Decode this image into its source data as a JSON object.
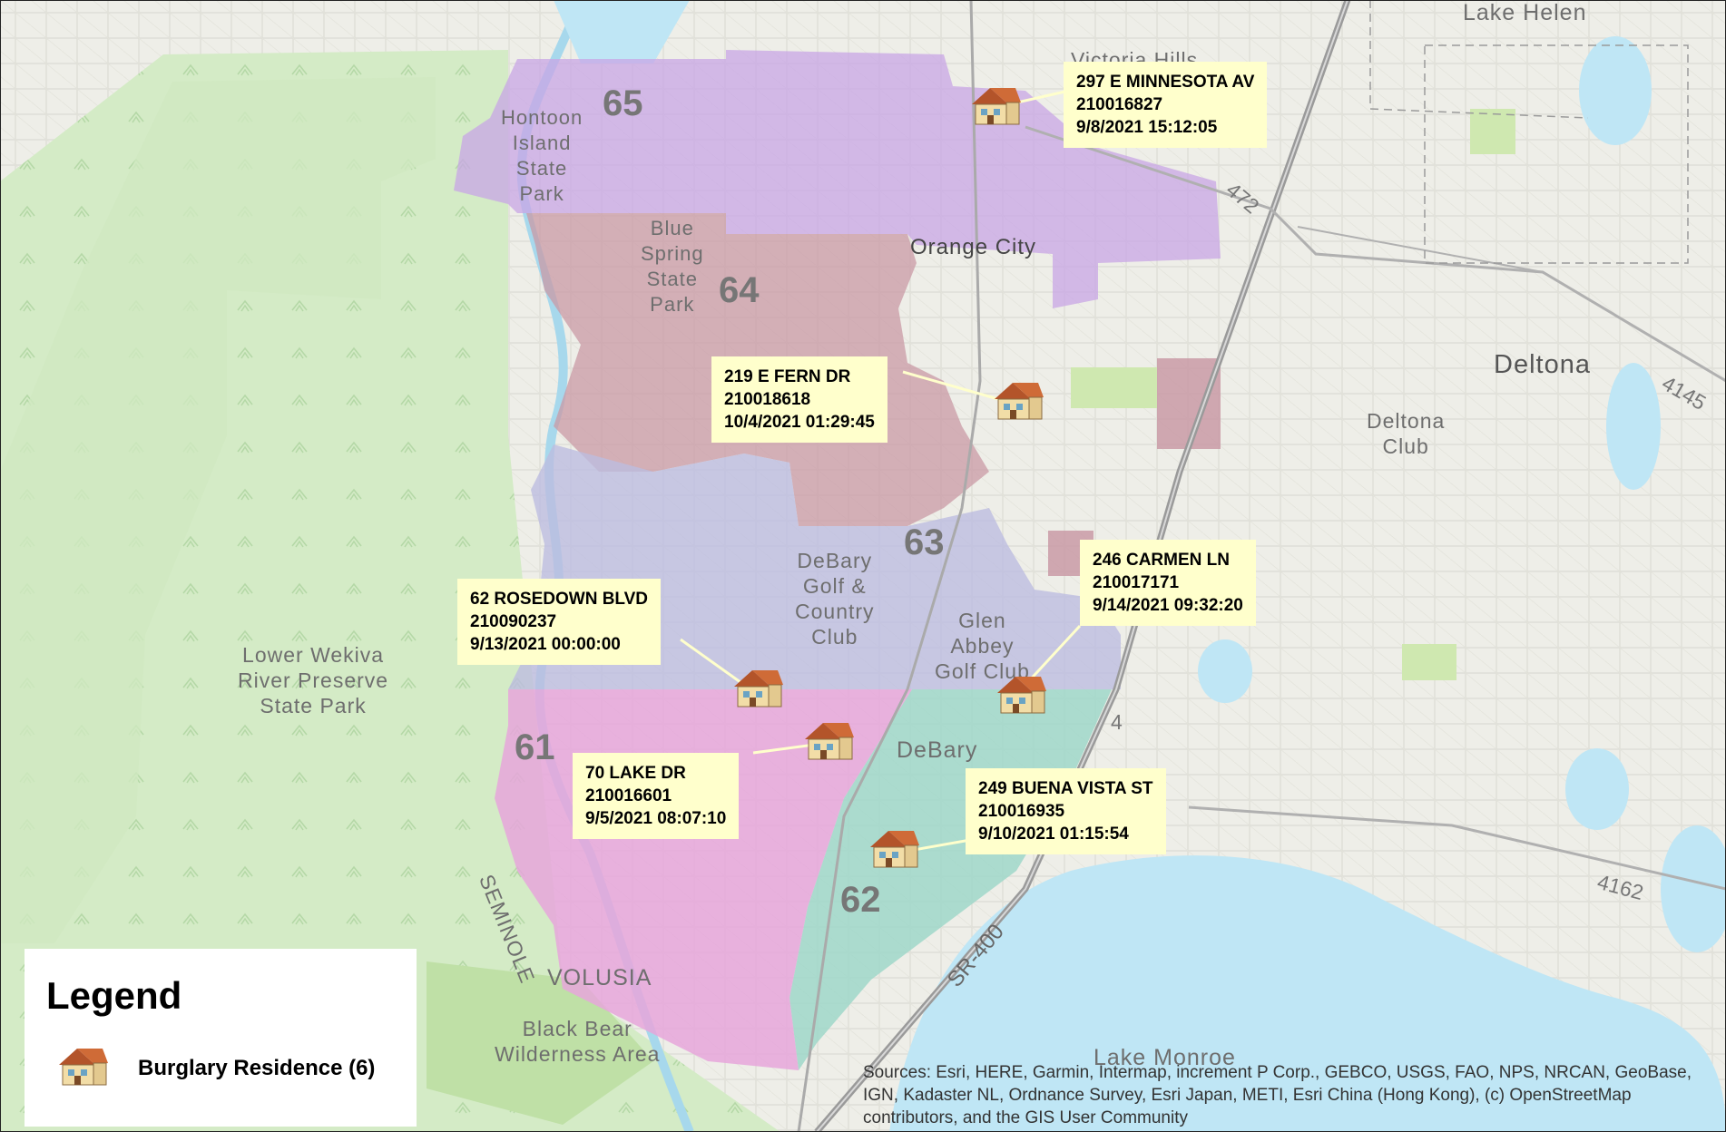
{
  "map": {
    "places": {
      "lake_helen": "Lake Helen",
      "victoria_hills": "Victoria Hills",
      "hontoon": "Hontoon\nIsland\nState\nPark",
      "blue_spring": "Blue\nSpring\nState\nPark",
      "orange_city": "Orange City",
      "deltona": "Deltona",
      "deltona_club": "Deltona\nClub",
      "debary_golf": "DeBary\nGolf &\nCountry\nClub",
      "glen_abbey": "Glen\nAbbey\nGolf Club",
      "lower_wekiva": "Lower Wekiva\nRiver Preserve\nState Park",
      "debary": "DeBary",
      "seminole": "SEMINOLE",
      "volusia": "VOLUSIA",
      "black_bear": "Black Bear\nWilderness Area",
      "lake_monroe": "Lake Monroe"
    },
    "roads": {
      "r472": "472",
      "r4145": "4145",
      "r4162": "4162",
      "r4": "4",
      "sr400": "SR-400"
    },
    "zones": [
      "65",
      "64",
      "63",
      "62",
      "61"
    ],
    "colors": {
      "zone_65": "#c8a6e6",
      "zone_64": "#c99aa6",
      "zone_63": "#bdbde0",
      "zone_62": "#9fd7c9",
      "zone_61": "#e6a6da",
      "callout": "#ffffcc",
      "water": "#bfe6f5",
      "park": "#cde8bd"
    }
  },
  "incidents": [
    {
      "address": "297 E MINNESOTA AV",
      "case": "210016827",
      "datetime": "9/8/2021 15:12:05"
    },
    {
      "address": "219 E FERN DR",
      "case": "210018618",
      "datetime": "10/4/2021 01:29:45"
    },
    {
      "address": "246 CARMEN LN",
      "case": "210017171",
      "datetime": "9/14/2021 09:32:20"
    },
    {
      "address": "62 ROSEDOWN BLVD",
      "case": "210090237",
      "datetime": "9/13/2021 00:00:00"
    },
    {
      "address": "70 LAKE DR",
      "case": "210016601",
      "datetime": "9/5/2021 08:07:10"
    },
    {
      "address": "249 BUENA VISTA ST",
      "case": "210016935",
      "datetime": "9/10/2021 01:15:54"
    }
  ],
  "legend": {
    "title": "Legend",
    "item_icon": "house-icon",
    "item_label": "Burglary Residence (6)"
  },
  "attribution": "Sources: Esri, HERE, Garmin, Intermap, increment P Corp., GEBCO, USGS, FAO, NPS, NRCAN, GeoBase, IGN, Kadaster NL, Ordnance Survey, Esri Japan, METI, Esri China (Hong Kong), (c) OpenStreetMap contributors, and the GIS User Community"
}
